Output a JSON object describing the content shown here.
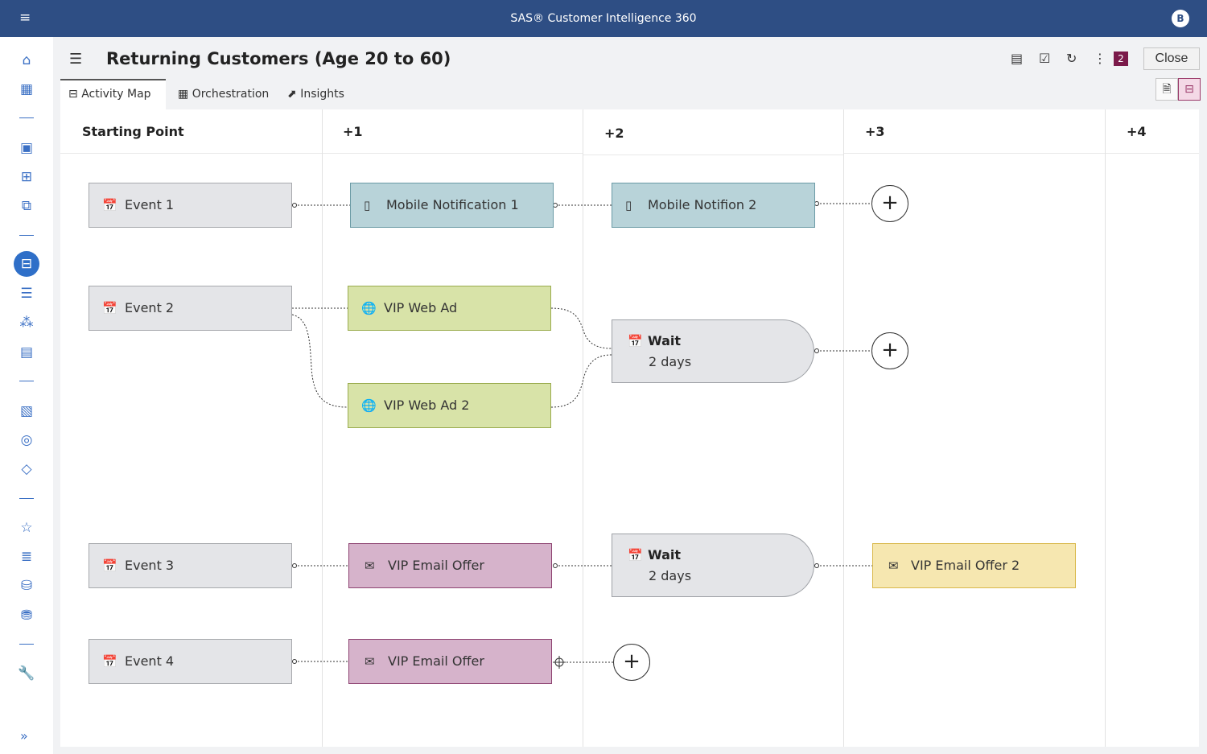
{
  "app": {
    "title": "SAS® Customer Intelligence 360",
    "user_initial": "B"
  },
  "header": {
    "title": "Returning Customers (Age 20 to 60)",
    "notification_count": "2",
    "close_label": "Close"
  },
  "tabs": [
    {
      "label": "Activity Map",
      "icon": "activity-map-icon",
      "active": true
    },
    {
      "label": "Orchestration",
      "icon": "calendar-clock-icon"
    },
    {
      "label": "Insights",
      "icon": "chart-icon"
    }
  ],
  "columns": [
    "Starting Point",
    "+1",
    "+2",
    "+3",
    "+4"
  ],
  "nodes": {
    "event1": "Event 1",
    "event2": "Event 2",
    "event3": "Event 3",
    "event4": "Event 4",
    "mobile1": "Mobile Notification 1",
    "mobile2": "Mobile Notifion 2",
    "web1": "VIP Web Ad",
    "web2": "VIP Web Ad 2",
    "email1": "VIP Email Offer",
    "email2": "VIP Email Offer",
    "email3": "VIP Email Offer 2",
    "wait1": {
      "title": "Wait",
      "duration": "2 days"
    },
    "wait2": {
      "title": "Wait",
      "duration": "2 days"
    }
  },
  "colors": {
    "topbar": "#2e4e84",
    "event": "#e4e5e8",
    "mobile": "#b8d3d9",
    "web": "#d8e3a8",
    "email": "#d6b3cb",
    "email_alt": "#f6e7b0",
    "badge": "#7b1a4a"
  }
}
